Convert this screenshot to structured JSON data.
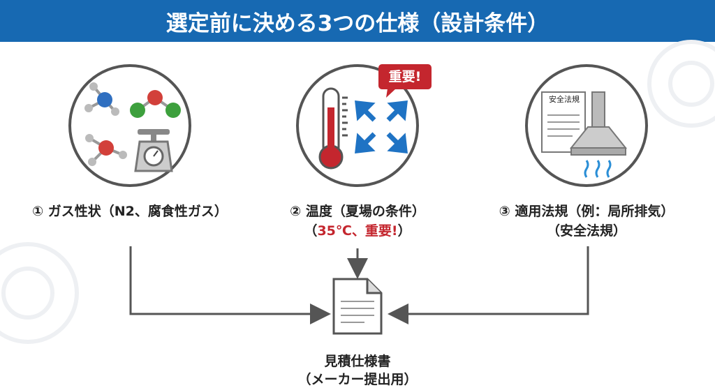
{
  "header": {
    "title": "選定前に決める3つの仕様（設計条件）"
  },
  "items": [
    {
      "label": "① ガス性状（N2、腐食性ガス）"
    },
    {
      "label": "② 温度（夏場の条件）",
      "sub_open": "（",
      "sub_temp": "35℃、",
      "sub_important": "重要!",
      "sub_close": "）",
      "badge": "重要!"
    },
    {
      "label": "③ 適用法規（例：局所排気）",
      "sub": "（安全法規）",
      "doc_title": "安全法規"
    }
  ],
  "output": {
    "label": "見積仕様書",
    "sub": "（メーカー提出用）"
  },
  "colors": {
    "header": "#1769b2",
    "accent_red": "#c4262e",
    "arrow_blue": "#1f73c4"
  }
}
